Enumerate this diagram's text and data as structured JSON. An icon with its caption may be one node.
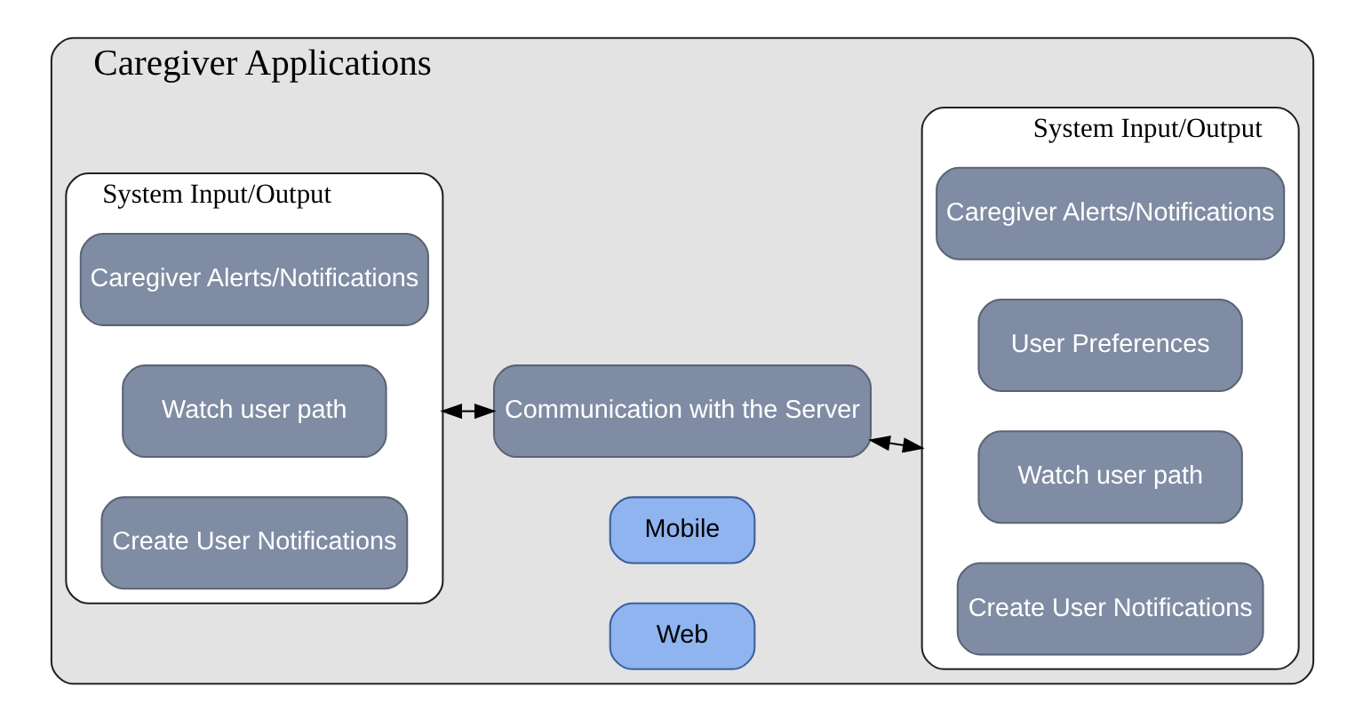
{
  "diagram": {
    "nodes": [
      {
        "text": [
          "Caregiver Applications"
        ]
      },
      {
        "text": [
          "System Input/Output"
        ],
        "in": 0
      },
      {
        "text": [
          "Mobile"
        ],
        "in": 0
      },
      {
        "text": [
          "Caregiver Alerts/Notifications"
        ],
        "in": 1
      },
      {
        "text": [
          "Watch user path"
        ],
        "in": 1
      },
      {
        "text": [
          "Create User Notifications"
        ],
        "in": 1
      },
      {
        "text": [
          "Communication with the Server"
        ],
        "in": 0
      },
      {
        "text": [
          "Web"
        ],
        "in": 0
      },
      {
        "text": [
          "System Input/Output"
        ],
        "in": 0
      },
      {
        "text": [
          "Caregiver Alerts/Notifications"
        ],
        "in": 8
      },
      {
        "text": [
          "User Preferences"
        ],
        "in": 8
      },
      {
        "text": [
          "Watch user path"
        ],
        "in": 8
      },
      {
        "text": [
          "Create User Notifications"
        ],
        "in": 8
      }
    ],
    "edges": [
      {
        "from": 1,
        "to": 6,
        "arrow": "both"
      },
      {
        "from": 6,
        "to": 8,
        "arrow": "both"
      }
    ]
  }
}
